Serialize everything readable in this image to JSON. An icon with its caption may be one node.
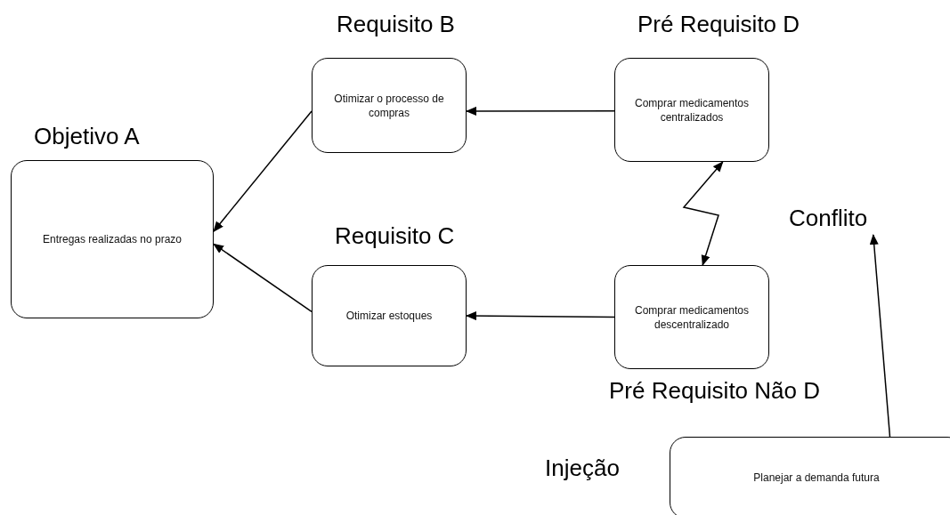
{
  "diagram": {
    "nodes": [
      {
        "text": [
          "Objetivo A",
          "Entregas realizadas no prazo"
        ]
      },
      {
        "text": [
          "Requisito B",
          "Otimizar o processo de compras"
        ]
      },
      {
        "text": [
          "Requisito C",
          "Otimizar estoques"
        ]
      },
      {
        "text": [
          "Pré Requisito D",
          "Comprar medicamentos centralizados"
        ]
      },
      {
        "text": [
          "Comprar medicamentos descentralizado",
          "Pré Requisito Não D"
        ]
      },
      {
        "text": [
          "Conflito"
        ]
      },
      {
        "text": [
          "Injeção",
          "Planejar a demanda futura"
        ]
      }
    ],
    "edges": [
      {
        "from": 1,
        "to": 0,
        "arrow": "to"
      },
      {
        "from": 2,
        "to": 0,
        "arrow": "to"
      },
      {
        "from": 3,
        "to": 1,
        "arrow": "to"
      },
      {
        "from": 4,
        "to": 2,
        "arrow": "to"
      },
      {
        "from": 3,
        "to": 4,
        "arrow": "both"
      },
      {
        "from": 6,
        "to": 5,
        "arrow": "to"
      }
    ]
  }
}
